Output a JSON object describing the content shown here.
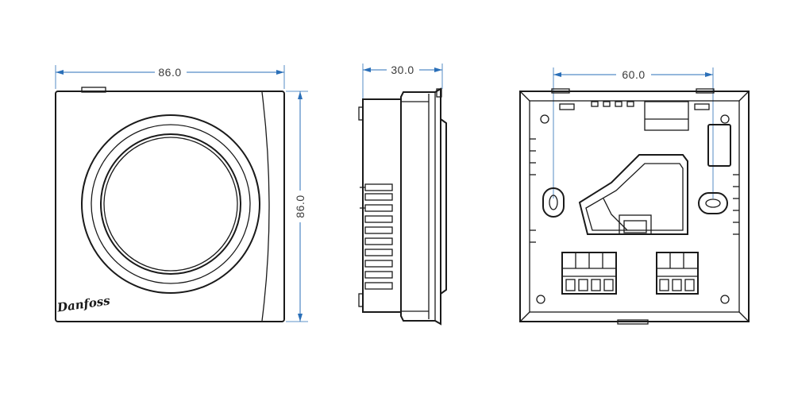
{
  "front_view": {
    "width_dimension": "86.0",
    "height_dimension": "86.0",
    "logo_text": "Danfoss"
  },
  "side_view": {
    "depth_dimension": "30.0"
  },
  "back_view": {
    "mounting_hole_spacing": "60.0"
  },
  "colors": {
    "dimension_line": "#2a6fb8",
    "outline": "#1a1a1a",
    "text": "#3a3a3a"
  }
}
